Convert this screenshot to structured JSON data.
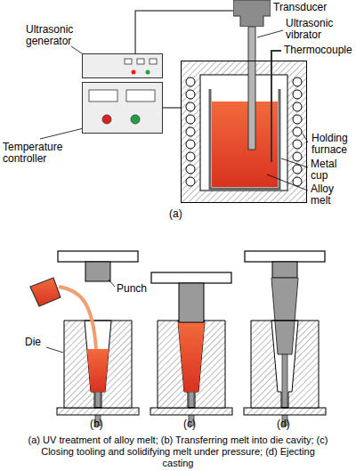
{
  "diagram": {
    "caption": "(a) UV treatment of alloy melt; (b) Transferring melt into die cavity; (c) Closing tooling and solidifying melt under pressure; (d) Ejecting casting",
    "nodes": [
      {
        "text": [
          "Ultrasonic generator"
        ]
      },
      {
        "text": [
          "Temperature controller"
        ]
      },
      {
        "text": [
          "Transducer"
        ]
      },
      {
        "text": [
          "Holding furnace"
        ]
      }
    ],
    "edges": [
      {
        "from": 0,
        "to": 2,
        "arrow": "none"
      },
      {
        "from": 1,
        "to": 3,
        "arrow": "none"
      }
    ],
    "labels": [
      "Ultrasonic vibrator",
      "Thermocouple",
      "Metal cup",
      "Alloy melt",
      "(a)",
      "Punch",
      "Die",
      "(b)",
      "(c)",
      "(d)"
    ]
  }
}
